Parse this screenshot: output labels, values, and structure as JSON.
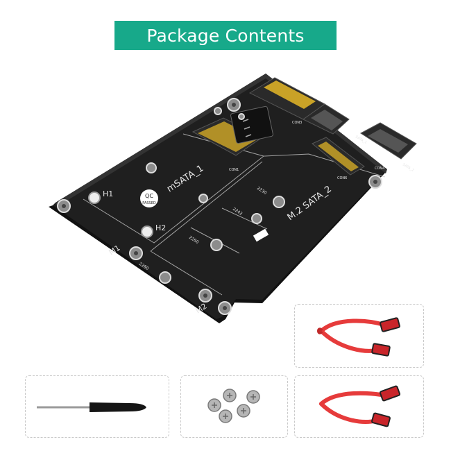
{
  "header": {
    "title": "Package Contents"
  },
  "board": {
    "labels": {
      "msata": "mSATA_1",
      "m2sata": "M.2 SATA_2",
      "con1": "CON1",
      "con3": "CON3",
      "con4": "CON4",
      "con6": "CON6",
      "sata1": "SATA_1",
      "sata2": "SATA_2",
      "h1": "H1",
      "h2": "H2",
      "m1": "M1",
      "m2": "M2",
      "l2230": "2230",
      "l2242": "2242",
      "l2260": "2260",
      "l2280": "2280",
      "qc": "QC",
      "passed": "PASSED"
    }
  },
  "accessories": [
    {
      "name": "SATA cable"
    },
    {
      "name": "screwdriver"
    },
    {
      "name": "screws"
    },
    {
      "name": "SATA cable"
    }
  ]
}
